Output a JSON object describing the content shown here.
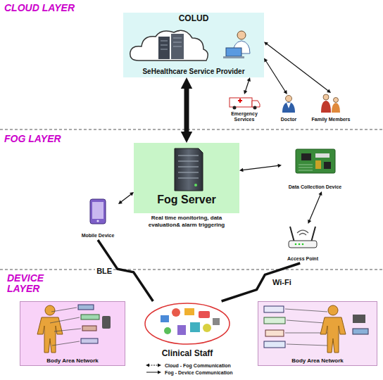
{
  "diagram": {
    "nodes": [
      {
        "text": [
          "COLUD",
          "SeHealthcare Service Provider"
        ]
      },
      {
        "text": [
          "Emergency Services"
        ]
      },
      {
        "text": [
          "Doctor"
        ]
      },
      {
        "text": [
          "Family Members"
        ]
      },
      {
        "text": [
          "Fog Server",
          "Real time monitoring, data evaluation& alarm triggering"
        ]
      },
      {
        "text": [
          "Data Collection Device"
        ]
      },
      {
        "text": [
          "Mobile Device"
        ]
      },
      {
        "text": [
          "Access Point"
        ]
      },
      {
        "text": [
          "Body Area Network"
        ]
      },
      {
        "text": [
          "Clinical Staff"
        ]
      },
      {
        "text": [
          "Body Area Network"
        ]
      }
    ],
    "edges": [
      {
        "from": 0,
        "to": 4,
        "arrow": "both"
      },
      {
        "from": 0,
        "to": 1,
        "arrow": "both"
      },
      {
        "from": 0,
        "to": 2,
        "arrow": "both"
      },
      {
        "from": 0,
        "to": 3,
        "arrow": "both"
      },
      {
        "from": 4,
        "to": 5,
        "arrow": "both"
      },
      {
        "from": 6,
        "to": 4,
        "arrow": "both"
      },
      {
        "from": 5,
        "to": 7,
        "arrow": "both"
      },
      {
        "from": 6,
        "to": 9,
        "label": "BLE",
        "arrow": "none"
      },
      {
        "from": 7,
        "to": 9,
        "label": "Wi-Fi",
        "arrow": "none"
      }
    ],
    "labels": [
      "CLOUD LAYER",
      "FOG LAYER",
      "DEVICE LAYER"
    ],
    "legend": [
      {
        "text": "Cloud - Fog Communication"
      },
      {
        "text": "Fog - Device Communication"
      }
    ]
  }
}
